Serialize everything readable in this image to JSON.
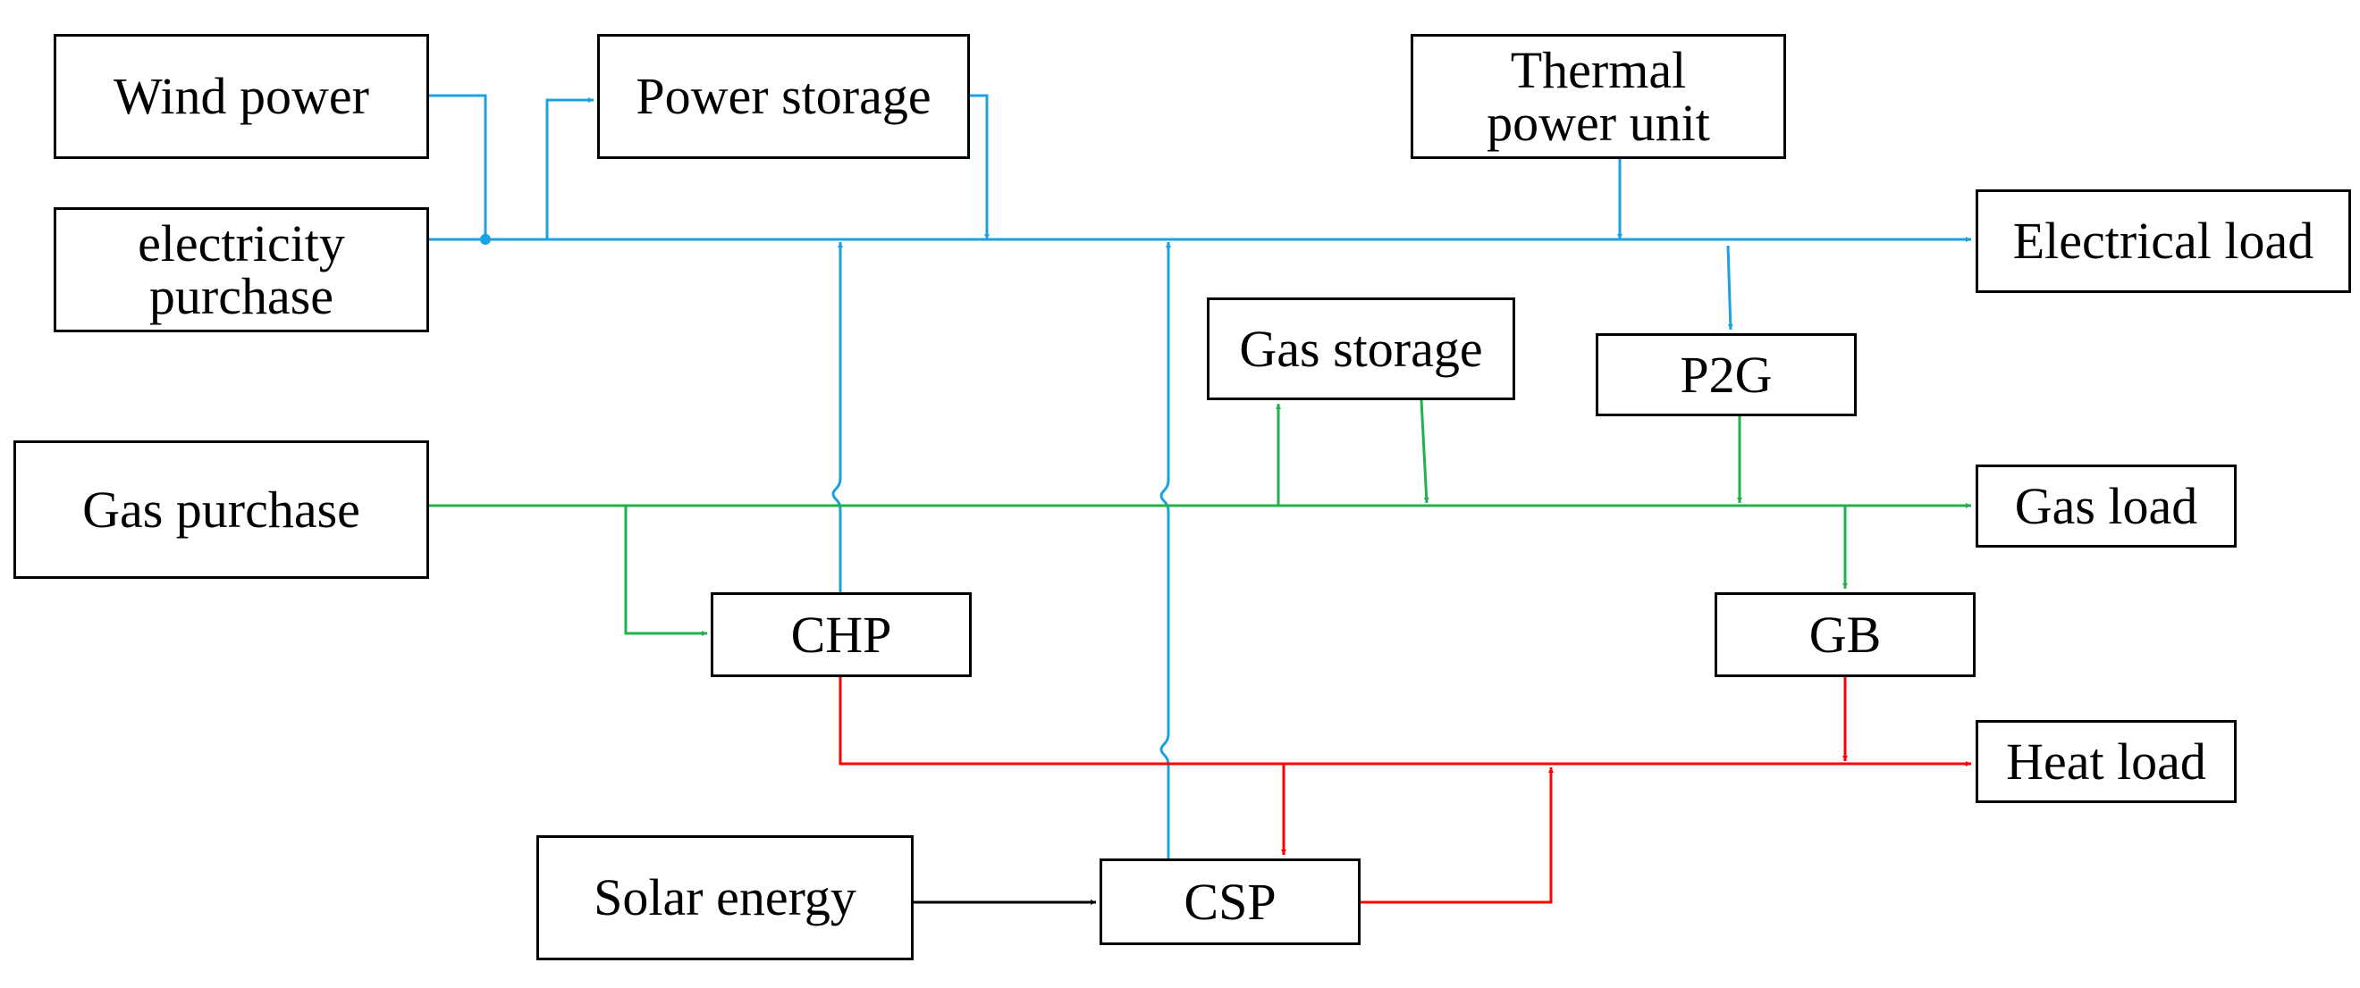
{
  "nodes": {
    "wind_power": "Wind power",
    "electricity_purchase": "electricity\npurchase",
    "gas_purchase": "Gas purchase",
    "power_storage": "Power storage",
    "thermal_power_unit": "Thermal\npower unit",
    "electrical_load": "Electrical load",
    "gas_storage": "Gas storage",
    "p2g": "P2G",
    "gas_load": "Gas load",
    "chp": "CHP",
    "gb": "GB",
    "heat_load": "Heat load",
    "solar_energy": "Solar energy",
    "csp": "CSP"
  },
  "colors": {
    "electricity": "#1ba1e2",
    "gas": "#22b14c",
    "heat": "#ff0000",
    "solar": "#000000",
    "box_border": "#000000"
  },
  "edges": [
    {
      "from": "wind_power",
      "to": "electricity_bus",
      "carrier": "electricity"
    },
    {
      "from": "electricity_purchase",
      "to": "electricity_bus",
      "carrier": "electricity"
    },
    {
      "from": "electricity_bus",
      "to": "power_storage",
      "carrier": "electricity"
    },
    {
      "from": "power_storage",
      "to": "electricity_bus",
      "carrier": "electricity"
    },
    {
      "from": "thermal_power_unit",
      "to": "electricity_bus",
      "carrier": "electricity"
    },
    {
      "from": "electricity_bus",
      "to": "electrical_load",
      "carrier": "electricity"
    },
    {
      "from": "electricity_bus",
      "to": "p2g",
      "carrier": "electricity"
    },
    {
      "from": "chp",
      "to": "electricity_bus",
      "carrier": "electricity"
    },
    {
      "from": "csp",
      "to": "electricity_bus",
      "carrier": "electricity"
    },
    {
      "from": "gas_purchase",
      "to": "gas_bus",
      "carrier": "gas"
    },
    {
      "from": "gas_bus",
      "to": "chp",
      "carrier": "gas"
    },
    {
      "from": "gas_bus",
      "to": "gas_storage",
      "carrier": "gas"
    },
    {
      "from": "gas_storage",
      "to": "gas_bus",
      "carrier": "gas"
    },
    {
      "from": "p2g",
      "to": "gas_bus",
      "carrier": "gas"
    },
    {
      "from": "gas_bus",
      "to": "gas_load",
      "carrier": "gas"
    },
    {
      "from": "gas_bus",
      "to": "gb",
      "carrier": "gas"
    },
    {
      "from": "chp",
      "to": "heat_bus",
      "carrier": "heat"
    },
    {
      "from": "heat_bus",
      "to": "csp",
      "carrier": "heat"
    },
    {
      "from": "csp",
      "to": "heat_bus",
      "carrier": "heat"
    },
    {
      "from": "gb",
      "to": "heat_bus",
      "carrier": "heat"
    },
    {
      "from": "heat_bus",
      "to": "heat_load",
      "carrier": "heat"
    },
    {
      "from": "solar_energy",
      "to": "csp",
      "carrier": "solar"
    }
  ]
}
